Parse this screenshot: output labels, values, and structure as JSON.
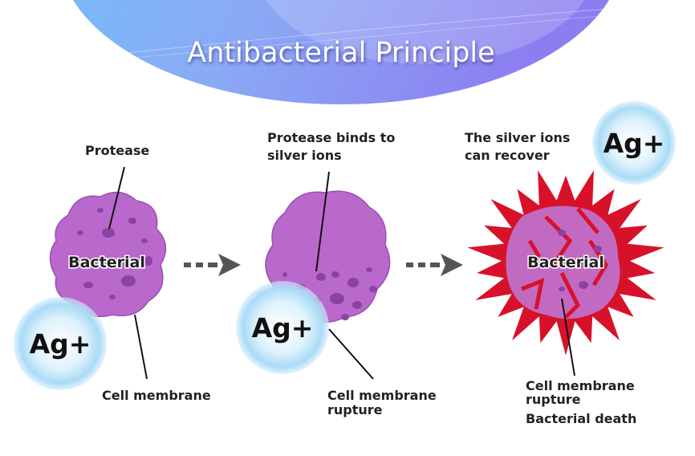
{
  "title": "Antibacterial  Principle",
  "stages": [
    {
      "bacteria_label": "Bacterial",
      "ion_label": "Ag+",
      "top_label": [
        "Protease"
      ],
      "bottom_label": [
        "Cell membrane"
      ]
    },
    {
      "bacteria_label": "",
      "ion_label": "Ag+",
      "top_label": [
        "Protease binds to",
        "silver ions"
      ],
      "bottom_label": [
        "Cell membrane",
        "rupture"
      ]
    },
    {
      "bacteria_label": "Bacterial",
      "ion_label": "Ag+",
      "top_label": [
        "The silver ions",
        "can recover"
      ],
      "bottom_label": [
        "Cell membrane",
        "rupture",
        "Bacterial death"
      ]
    }
  ],
  "colors": {
    "bacteria": "#b968cc",
    "spots": "#8a43a3",
    "burst": "#d8112a",
    "ion": "#bfe6fa",
    "arrow": "#555555"
  }
}
